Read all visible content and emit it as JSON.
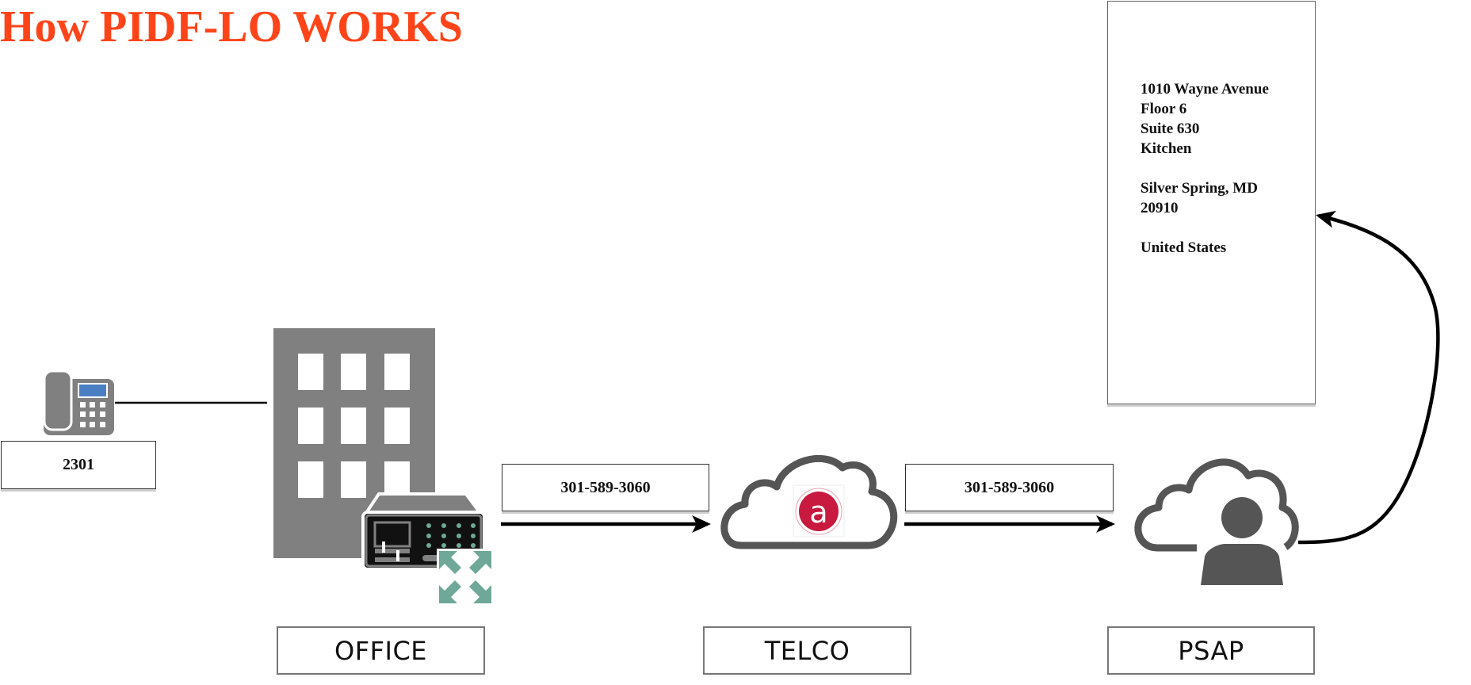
{
  "title": "How PIDF-LO WORKS",
  "colors": {
    "title": "#FF4419",
    "icon_gray": "#808080",
    "icon_dark": "#595959",
    "phone_screen": "#4A7EC2",
    "gateway_green": "#6FA898",
    "telco_logo": "#C8193F",
    "arrow": "#000000"
  },
  "nodes": {
    "phone": {
      "icon": "desk-phone-icon",
      "extension_label": "2301"
    },
    "office": {
      "icon": "office-building-icon",
      "device_icon": "pbx-gateway-icon",
      "overlay_icon": "expand-arrows-icon",
      "label": "OFFICE"
    },
    "telco": {
      "icon": "cloud-icon",
      "logo_icon": "telco-logo-a-icon",
      "logo_letter": "a",
      "label": "TELCO"
    },
    "psap": {
      "icon": "cloud-person-icon",
      "label": "PSAP"
    }
  },
  "edges": [
    {
      "from": "phone",
      "to": "office",
      "type": "line"
    },
    {
      "from": "office",
      "to": "telco",
      "type": "arrow",
      "label": "301-589-3060"
    },
    {
      "from": "telco",
      "to": "psap",
      "type": "arrow",
      "label": "301-589-3060"
    },
    {
      "from": "psap",
      "to": "address",
      "type": "curved-arrow"
    }
  ],
  "address": {
    "lines": [
      "1010 Wayne Avenue",
      "Floor 6",
      "Suite 630",
      "Kitchen",
      "",
      "Silver Spring, MD",
      "20910",
      "",
      "United States"
    ]
  }
}
